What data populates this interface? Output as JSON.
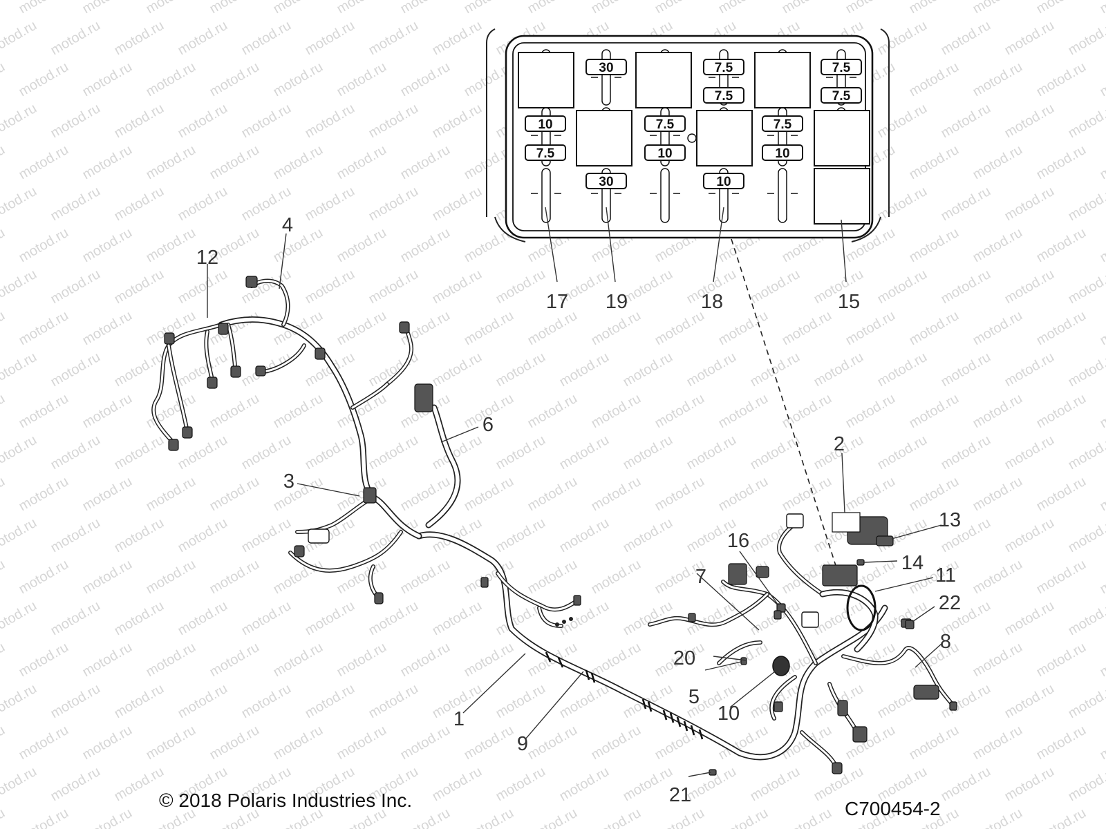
{
  "watermark": {
    "text": "motod.ru"
  },
  "fuse_box": {
    "fuse_labels": [
      {
        "id": "f-a",
        "text": "30"
      },
      {
        "id": "f-b",
        "text": "7.5"
      },
      {
        "id": "f-c",
        "text": "7.5"
      },
      {
        "id": "f-d",
        "text": "7.5"
      },
      {
        "id": "f-e",
        "text": "7.5"
      },
      {
        "id": "f-f",
        "text": "10"
      },
      {
        "id": "f-g",
        "text": "7.5"
      },
      {
        "id": "f-h",
        "text": "7.5"
      },
      {
        "id": "f-i",
        "text": "7.5"
      },
      {
        "id": "f-j",
        "text": "10"
      },
      {
        "id": "f-k",
        "text": "10"
      },
      {
        "id": "f-l",
        "text": "30"
      },
      {
        "id": "f-m",
        "text": "10"
      }
    ]
  },
  "callouts": [
    {
      "id": "c1",
      "text": "1"
    },
    {
      "id": "c2",
      "text": "2"
    },
    {
      "id": "c3",
      "text": "3"
    },
    {
      "id": "c4",
      "text": "4"
    },
    {
      "id": "c5",
      "text": "5"
    },
    {
      "id": "c6",
      "text": "6"
    },
    {
      "id": "c7",
      "text": "7"
    },
    {
      "id": "c8",
      "text": "8"
    },
    {
      "id": "c9",
      "text": "9"
    },
    {
      "id": "c10",
      "text": "10"
    },
    {
      "id": "c11",
      "text": "11"
    },
    {
      "id": "c12",
      "text": "12"
    },
    {
      "id": "c13",
      "text": "13"
    },
    {
      "id": "c14",
      "text": "14"
    },
    {
      "id": "c15",
      "text": "15"
    },
    {
      "id": "c16",
      "text": "16"
    },
    {
      "id": "c17",
      "text": "17"
    },
    {
      "id": "c18",
      "text": "18"
    },
    {
      "id": "c19",
      "text": "19"
    },
    {
      "id": "c20",
      "text": "20"
    },
    {
      "id": "c21",
      "text": "21"
    },
    {
      "id": "c22",
      "text": "22"
    }
  ],
  "footer": {
    "copyright": "© 2018 Polaris Industries Inc.",
    "drawing_number": "C700454-2"
  }
}
